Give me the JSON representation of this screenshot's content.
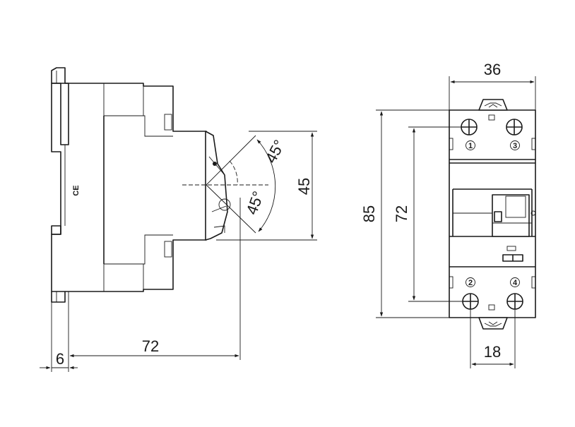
{
  "side_view": {
    "dims": {
      "angle_upper": "45°",
      "angle_lower": "45°",
      "height_label": "45",
      "depth_label": "72",
      "offset_label": "6"
    },
    "ce_mark": "CE"
  },
  "front_view": {
    "dims": {
      "width_label": "36",
      "height_label": "85",
      "inner_height_label": "72",
      "pitch_label": "18"
    },
    "terminals": {
      "t1": "1",
      "t2": "2",
      "t3": "3",
      "t4": "4"
    }
  },
  "colors": {
    "line": "#1a1a1a",
    "background": "#ffffff"
  }
}
